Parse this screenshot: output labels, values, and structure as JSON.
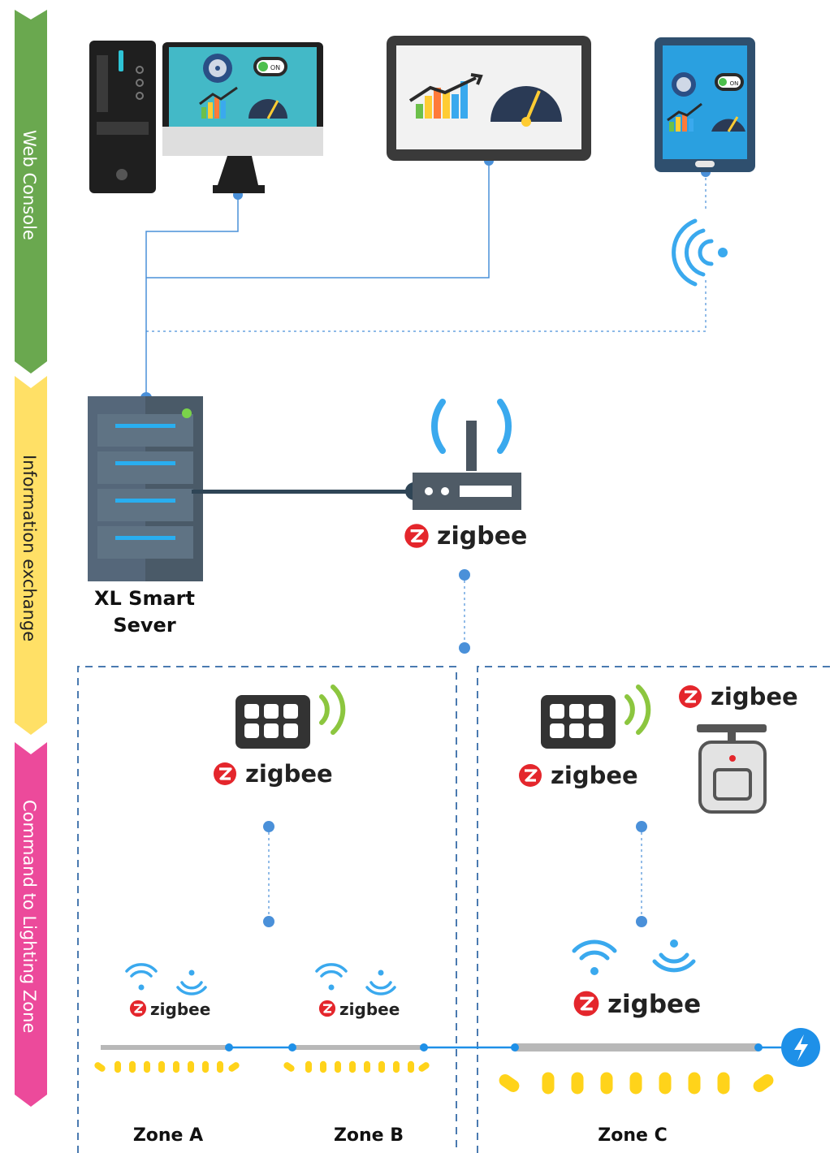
{
  "bands": [
    {
      "label": "Web Console",
      "color": "#6aa84f",
      "text_color": "#ffffff"
    },
    {
      "label": "Information exchange",
      "color": "#ffe066",
      "text_color": "#222222"
    },
    {
      "label": "Command to Lighting Zone",
      "color": "#ec4a9b",
      "text_color": "#ffffff"
    }
  ],
  "devices": {
    "desktop_toggle": "ON",
    "tablet_toggle": "ON"
  },
  "server": {
    "label_line1": "XL Smart",
    "label_line2": "Sever"
  },
  "brand": {
    "name": "zigbee",
    "logo_color": "#e4262c",
    "line_color": "#4a90d9",
    "wifi_color": "#3aa9ee",
    "keypad_wave_color": "#8cc63f",
    "lamp_color": "#ffd31a",
    "power_icon_color": "#1e90e8"
  },
  "zones": [
    {
      "label": "Zone A"
    },
    {
      "label": "Zone B"
    },
    {
      "label": "Zone C"
    }
  ]
}
